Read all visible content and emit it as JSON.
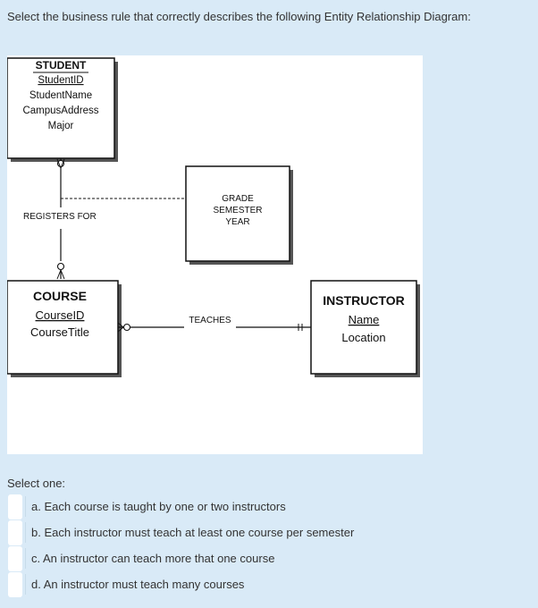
{
  "question": {
    "prompt": "Select the business rule that correctly describes the following Entity Relationship Diagram:",
    "select_label": "Select one:"
  },
  "diagram": {
    "student": {
      "title": "STUDENT",
      "attributes": [
        "StudentID",
        "StudentName",
        "CampusAddress",
        "Major"
      ]
    },
    "course": {
      "title": "COURSE",
      "attributes": [
        "CourseID",
        "CourseTitle"
      ]
    },
    "instructor": {
      "title": "INSTRUCTOR",
      "attributes": [
        "Name",
        "Location"
      ]
    },
    "associative": {
      "attributes": [
        "GRADE",
        "SEMESTER",
        "YEAR"
      ]
    },
    "relationships": {
      "registers_for": "REGISTERS FOR",
      "teaches": "TEACHES"
    }
  },
  "options": [
    {
      "label": "a. Each course is taught by one or two instructors"
    },
    {
      "label": "b. Each instructor must teach at least one course per semester"
    },
    {
      "label": "c. An instructor can teach more that one course"
    },
    {
      "label": "d. An instructor must teach many courses"
    }
  ]
}
